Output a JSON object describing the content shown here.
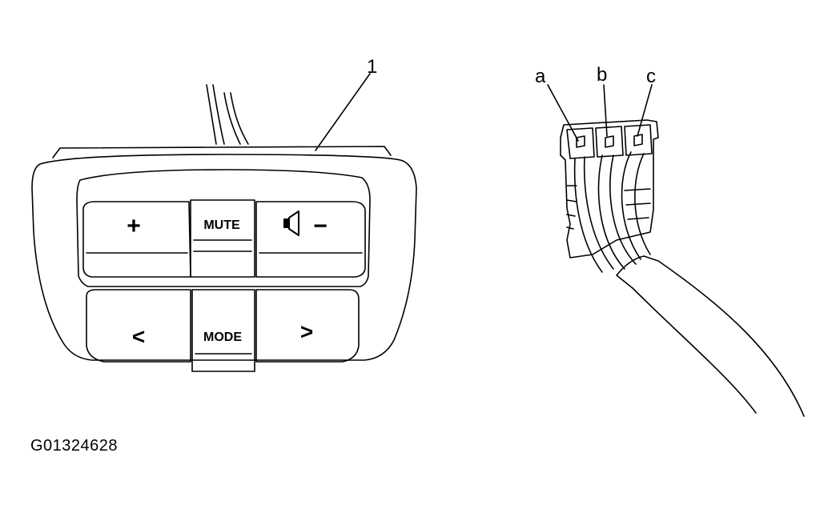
{
  "figure_id": "G01324628",
  "callouts": {
    "switch": "1",
    "pin_a": "a",
    "pin_b": "b",
    "pin_c": "c"
  },
  "buttons": {
    "plus": "+",
    "mute": "MUTE",
    "volume_minus": "−",
    "left": "<",
    "mode": "MODE",
    "right": ">"
  },
  "icons": {
    "volume": "speaker-icon"
  },
  "colors": {
    "line": "#000000",
    "background": "#ffffff"
  }
}
